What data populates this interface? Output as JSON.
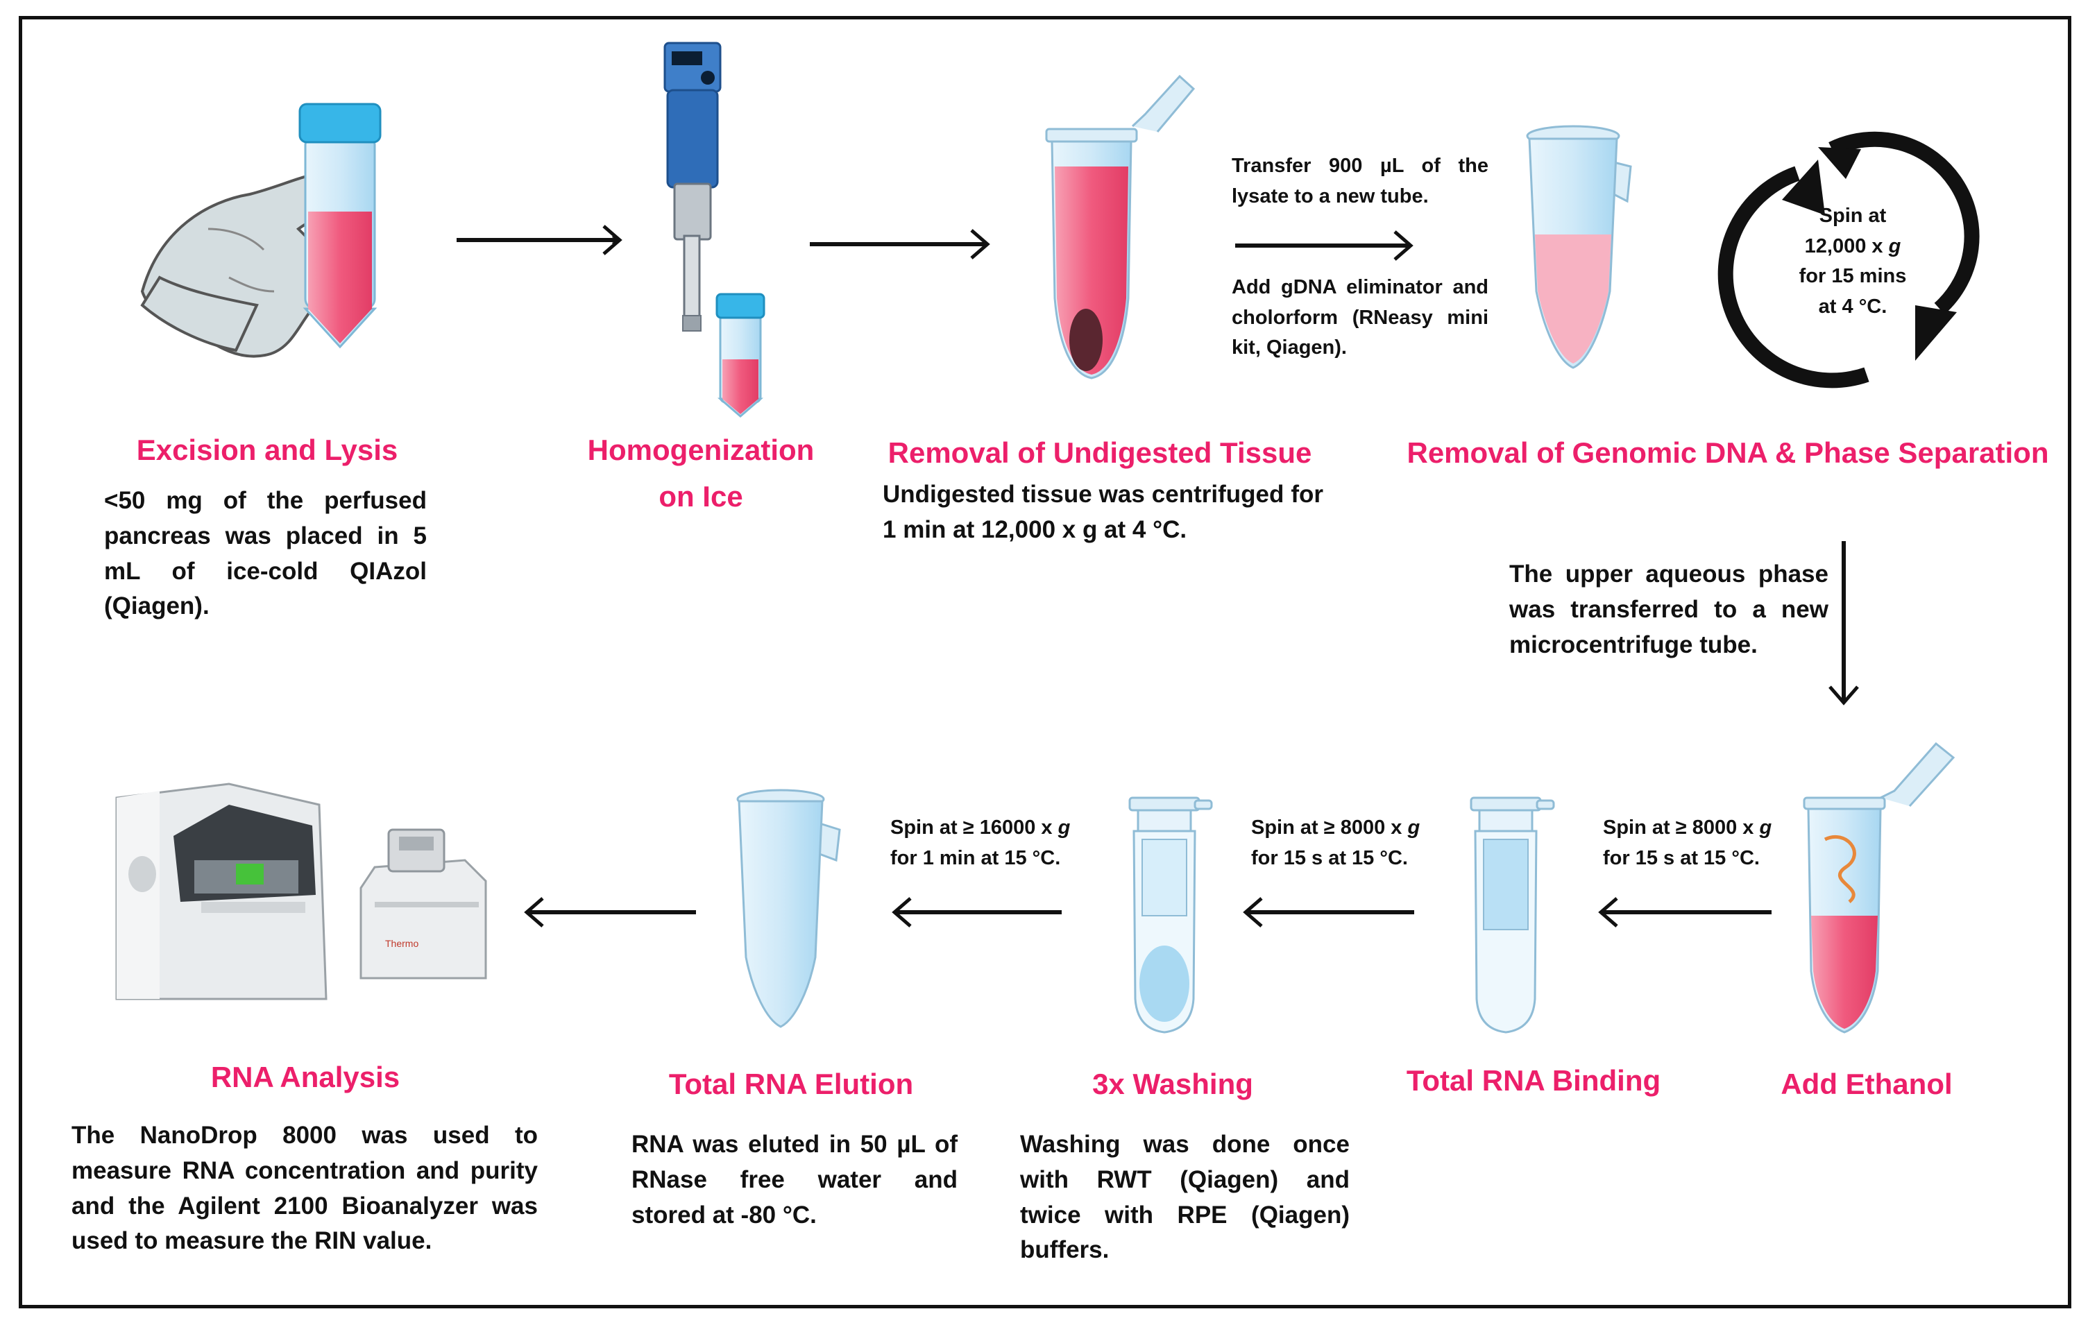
{
  "steps": {
    "excision": {
      "title": "Excision and Lysis",
      "desc": "<50 mg of the perfused pancreas was placed in 5 mL of ice-cold QIAzol (Qiagen)."
    },
    "homogenization": {
      "title_1": "Homogenization",
      "title_2": "on Ice"
    },
    "removal_tissue": {
      "title": "Removal of Undigested Tissue",
      "desc": "Undigested tissue was centrifuged for 1 min at 12,000 x g at 4 °C."
    },
    "phase_sep": {
      "title": "Removal of Genomic DNA & Phase Separation"
    },
    "ethanol": {
      "title": "Add Ethanol"
    },
    "binding": {
      "title": "Total RNA Binding"
    },
    "washing": {
      "title": "3x Washing",
      "desc": "Washing was done once with RWT (Qiagen) and twice with RPE (Qiagen) buffers."
    },
    "elution": {
      "title": "Total RNA Elution",
      "desc": "RNA was eluted in 50 µL of RNase free water and stored at -80 °C."
    },
    "analysis": {
      "title": "RNA Analysis",
      "desc": "The NanoDrop 8000 was used to measure RNA concentration and purity and the Agilent 2100 Bioanalyzer was used to measure the RIN value."
    }
  },
  "notes": {
    "transfer": "Transfer 900 µL of the lysate to a new tube.",
    "add_gdna": "Add gDNA eliminator and cholorform (RNeasy mini kit, Qiagen).",
    "upper_phase": "The upper aqueous phase was transferred to a new microcentrifuge tube.",
    "spin_main": {
      "l1": "Spin at",
      "l2_a": "12,000 x ",
      "l2_g": "g",
      "l3": "for 15 mins",
      "l4": "at 4 °C."
    },
    "spin_binding": {
      "l1_a": "Spin at ≥ 8000 x ",
      "l1_g": "g",
      "l2": "for 15 s at 15 °C."
    },
    "spin_washing": {
      "l1_a": "Spin at ≥ 8000 x ",
      "l1_g": "g",
      "l2": "for 15 s at 15 °C."
    },
    "spin_elution": {
      "l1_a": "Spin at ≥ 16000 x ",
      "l1_g": "g",
      "l2": "for 1 min at 15 °C."
    }
  },
  "instrument_label": "Thermo",
  "colors": {
    "accent": "#ec1f6a",
    "pink_liquid": "#f05a7e",
    "tube_blue": "#cfe9f8",
    "cap_blue": "#37b6e8",
    "arrow": "#111111"
  }
}
